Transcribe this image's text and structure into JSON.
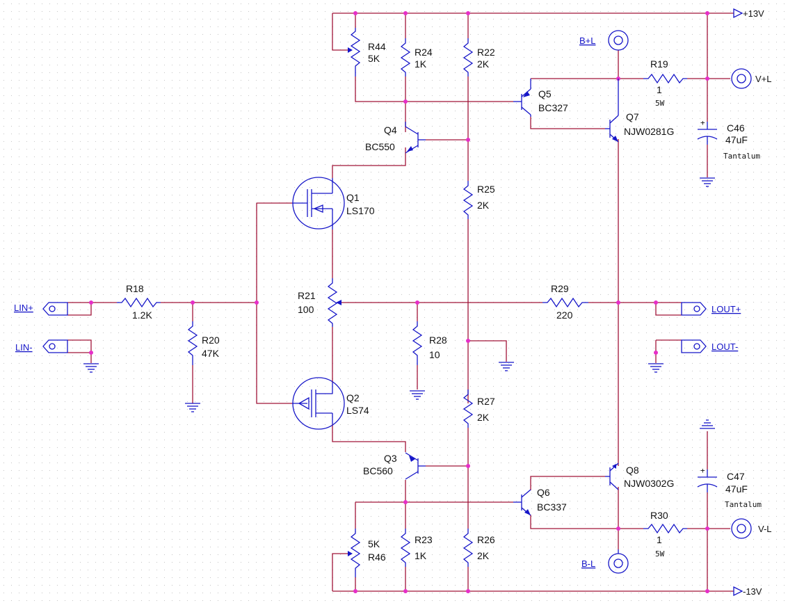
{
  "colors": {
    "wire": "#a01438",
    "part": "#1515c8",
    "node": "#e62ec8",
    "grid": "#c8c8c8"
  },
  "rails": {
    "pos": "+13V",
    "neg": "-13V"
  },
  "ports": {
    "lin_pos": "LIN+",
    "lin_neg": "LIN-",
    "lout_pos": "LOUT+",
    "lout_neg": "LOUT-",
    "bpl": "B+L",
    "bml": "B-L",
    "vpl": "V+L",
    "vml": "V-L"
  },
  "components": {
    "R44": {
      "ref": "R44",
      "val": "5K"
    },
    "R24": {
      "ref": "R24",
      "val": "1K"
    },
    "R22": {
      "ref": "R22",
      "val": "2K"
    },
    "R25": {
      "ref": "R25",
      "val": "2K"
    },
    "R19": {
      "ref": "R19",
      "val": "1",
      "power": "5W"
    },
    "R18": {
      "ref": "R18",
      "val": "1.2K"
    },
    "R20": {
      "ref": "R20",
      "val": "47K"
    },
    "R21": {
      "ref": "R21",
      "val": "100"
    },
    "R28": {
      "ref": "R28",
      "val": "10"
    },
    "R29": {
      "ref": "R29",
      "val": "220"
    },
    "R27": {
      "ref": "R27",
      "val": "2K"
    },
    "R23": {
      "ref": "R23",
      "val": "1K"
    },
    "R26": {
      "ref": "R26",
      "val": "2K"
    },
    "R46": {
      "ref": "R46",
      "val": "5K"
    },
    "R30": {
      "ref": "R30",
      "val": "1",
      "power": "5W"
    },
    "Q1": {
      "ref": "Q1",
      "val": "LS170"
    },
    "Q2": {
      "ref": "Q2",
      "val": "LS74"
    },
    "Q3": {
      "ref": "Q3",
      "val": "BC560"
    },
    "Q4": {
      "ref": "Q4",
      "val": "BC550"
    },
    "Q5": {
      "ref": "Q5",
      "val": "BC327"
    },
    "Q6": {
      "ref": "Q6",
      "val": "BC337"
    },
    "Q7": {
      "ref": "Q7",
      "val": "NJW0281G"
    },
    "Q8": {
      "ref": "Q8",
      "val": "NJW0302G"
    },
    "C46": {
      "ref": "C46",
      "val": "47uF",
      "type": "Tantalum",
      "pol": "+"
    },
    "C47": {
      "ref": "C47",
      "val": "47uF",
      "type": "Tantalum",
      "pol": "+"
    }
  }
}
